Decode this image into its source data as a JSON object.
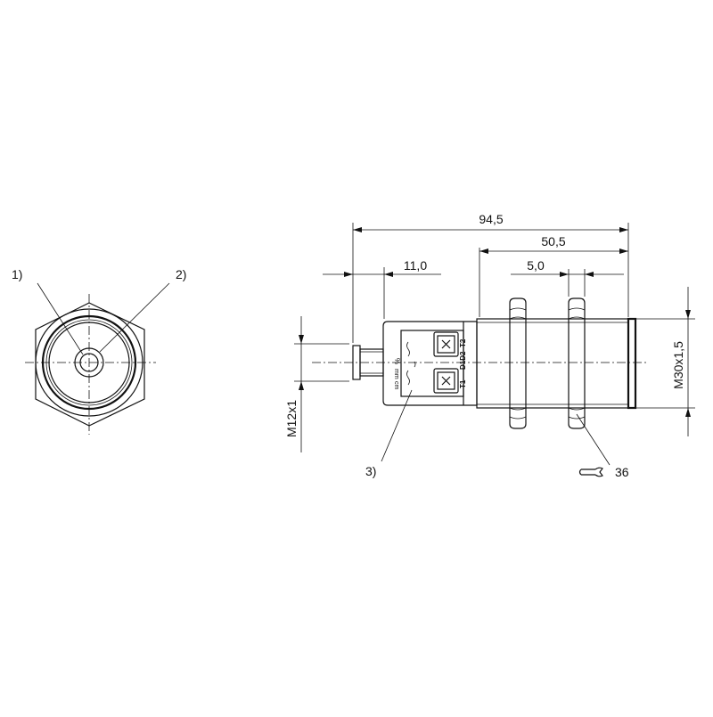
{
  "front_view": {
    "callout_1": "1)",
    "callout_2": "2)"
  },
  "side_view": {
    "dim_total_length": "94,5",
    "dim_thread_length": "50,5",
    "dim_nut_thickness": "5,0",
    "dim_connector_length": "11,0",
    "dim_connector_thread": "M12x1",
    "dim_housing_thread": "M30x1,5",
    "callout_3": "3)",
    "wrench_size": "36",
    "panel_labels": {
      "t1": "T1",
      "d1d2": "D1D2",
      "t2": "T2",
      "pct": "%",
      "mm": "mm",
      "cm": "cm"
    }
  }
}
